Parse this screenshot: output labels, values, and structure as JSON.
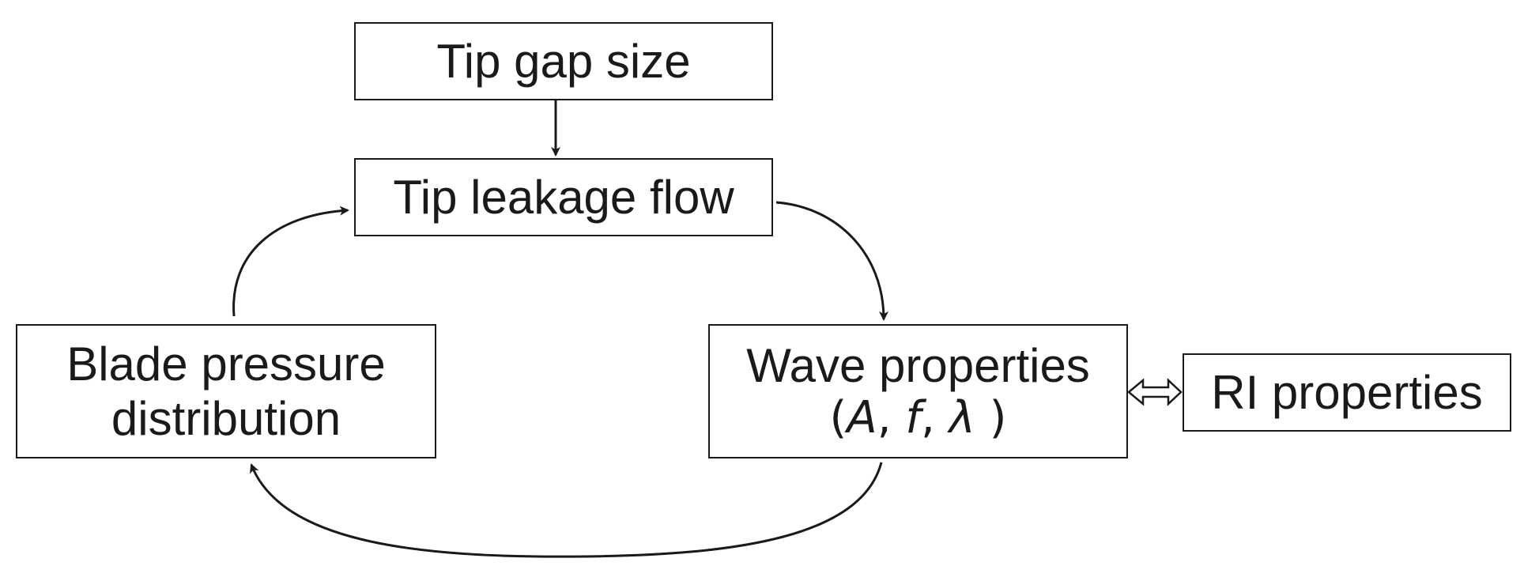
{
  "nodes": {
    "tip_gap": {
      "label": "Tip gap size"
    },
    "tip_leakage": {
      "label": "Tip leakage flow"
    },
    "blade": {
      "line1": "Blade pressure",
      "line2": "distribution"
    },
    "wave": {
      "line1": "Wave properties",
      "params_open": "(",
      "param_a": "A",
      "sep1": ", ",
      "param_f": "f",
      "sep2": ", ",
      "param_lambda": "λ",
      "params_close": " )"
    },
    "ri": {
      "label": "RI properties"
    }
  },
  "edges": [
    {
      "from": "tip_gap",
      "to": "tip_leakage",
      "style": "arrow"
    },
    {
      "from": "tip_leakage",
      "to": "wave",
      "style": "curved-arrow"
    },
    {
      "from": "wave",
      "to": "blade",
      "style": "curved-arrow"
    },
    {
      "from": "blade",
      "to": "tip_leakage",
      "style": "curved-arrow"
    },
    {
      "from": "wave",
      "to": "ri",
      "style": "hollow-double-arrow"
    }
  ],
  "colors": {
    "stroke": "#1a1a1a",
    "background": "#ffffff"
  }
}
